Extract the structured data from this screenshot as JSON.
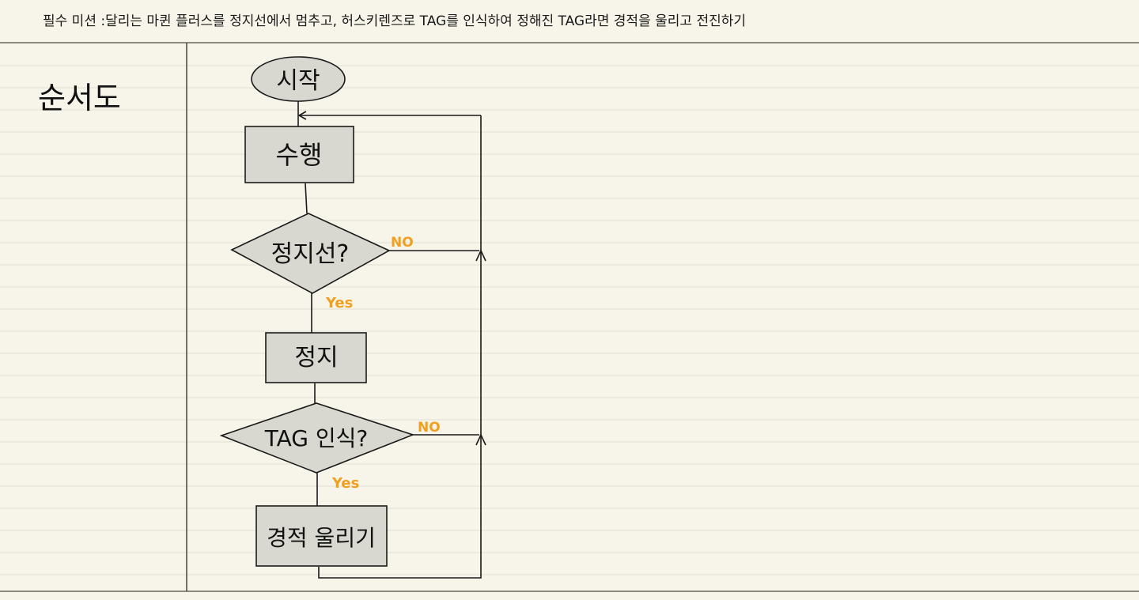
{
  "header": {
    "mission": "필수 미션 :달리는 마퀸 플러스를 정지선에서 멈추고, 허스키렌즈로 TAG를 인식하여 정해진 TAG라면 경적을 울리고 전진하기"
  },
  "sidebar": {
    "title": "순서도"
  },
  "flowchart": {
    "nodes": [
      {
        "id": "start",
        "shape": "ellipse",
        "label": "시작"
      },
      {
        "id": "run",
        "shape": "rect",
        "label": "수행"
      },
      {
        "id": "stopline",
        "shape": "diamond",
        "label": "정지선?"
      },
      {
        "id": "stop",
        "shape": "rect",
        "label": "정지"
      },
      {
        "id": "tag",
        "shape": "diamond",
        "label": "TAG 인식?"
      },
      {
        "id": "horn",
        "shape": "rect",
        "label": "경적 울리기"
      }
    ],
    "edges": [
      {
        "from": "start",
        "to": "run",
        "label": ""
      },
      {
        "from": "run",
        "to": "stopline",
        "label": ""
      },
      {
        "from": "stopline",
        "to": "stop",
        "label": "Yes"
      },
      {
        "from": "stopline",
        "to": "run",
        "label": "NO"
      },
      {
        "from": "stop",
        "to": "tag",
        "label": ""
      },
      {
        "from": "tag",
        "to": "horn",
        "label": "Yes"
      },
      {
        "from": "tag",
        "to": "run",
        "label": "NO"
      },
      {
        "from": "horn",
        "to": "run",
        "label": ""
      }
    ],
    "colors": {
      "node_fill": "#d8d8d0",
      "node_stroke": "#1a1a1a",
      "edge_label": "#f0a020",
      "paper": "#f7f4e9",
      "ruled_line": "#e6e3d8"
    }
  }
}
